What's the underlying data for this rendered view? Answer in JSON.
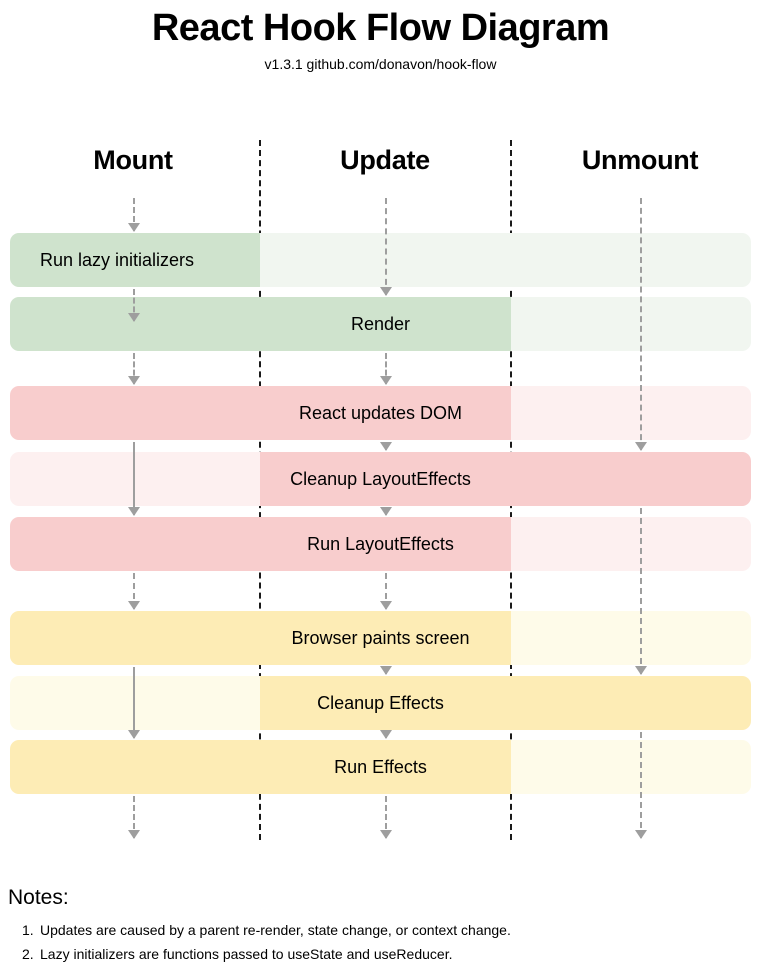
{
  "header": {
    "title": "React Hook Flow Diagram",
    "subtitle": "v1.3.1 github.com/donavon/hook-flow"
  },
  "columns": [
    {
      "key": "mount",
      "label": "Mount"
    },
    {
      "key": "update",
      "label": "Update"
    },
    {
      "key": "unmount",
      "label": "Unmount"
    }
  ],
  "colors": {
    "green_dark": "#cfe3cd",
    "green_light": "#f1f6f0",
    "pink_dark": "#f8cdcd",
    "pink_light": "#fdf0f0",
    "yellow_dark": "#fdecb5",
    "yellow_light": "#fefbe9",
    "divider": "#1a1a1a",
    "arrow": "#9e9e9e",
    "text": "#000000",
    "background": "#ffffff"
  },
  "rows": [
    {
      "id": "run-lazy-initializers",
      "label": "Run lazy initializers",
      "group": "green",
      "segments": {
        "mount": "dark",
        "update": "light",
        "unmount": "light"
      }
    },
    {
      "id": "render",
      "label": "Render",
      "group": "green",
      "segments": {
        "mount": "dark",
        "update": "dark",
        "unmount": "light"
      }
    },
    {
      "id": "react-updates-dom",
      "label": "React updates DOM",
      "group": "pink",
      "segments": {
        "mount": "dark",
        "update": "dark",
        "unmount": "light"
      }
    },
    {
      "id": "cleanup-layouteffects",
      "label": "Cleanup LayoutEffects",
      "group": "pink",
      "segments": {
        "mount": "light",
        "update": "dark",
        "unmount": "dark"
      }
    },
    {
      "id": "run-layouteffects",
      "label": "Run LayoutEffects",
      "group": "pink",
      "segments": {
        "mount": "dark",
        "update": "dark",
        "unmount": "light"
      }
    },
    {
      "id": "browser-paints-screen",
      "label": "Browser paints screen",
      "group": "yellow",
      "segments": {
        "mount": "dark",
        "update": "dark",
        "unmount": "light"
      }
    },
    {
      "id": "cleanup-effects",
      "label": "Cleanup Effects",
      "group": "yellow",
      "segments": {
        "mount": "light",
        "update": "dark",
        "unmount": "dark"
      }
    },
    {
      "id": "run-effects",
      "label": "Run Effects",
      "group": "yellow",
      "segments": {
        "mount": "dark",
        "update": "dark",
        "unmount": "light"
      }
    }
  ],
  "notes": {
    "title": "Notes:",
    "items": [
      {
        "num": "1.",
        "text": "Updates are caused by a parent re-render, state change, or context change."
      },
      {
        "num": "2.",
        "text": "Lazy initializers are functions passed to useState and useReducer."
      }
    ]
  }
}
